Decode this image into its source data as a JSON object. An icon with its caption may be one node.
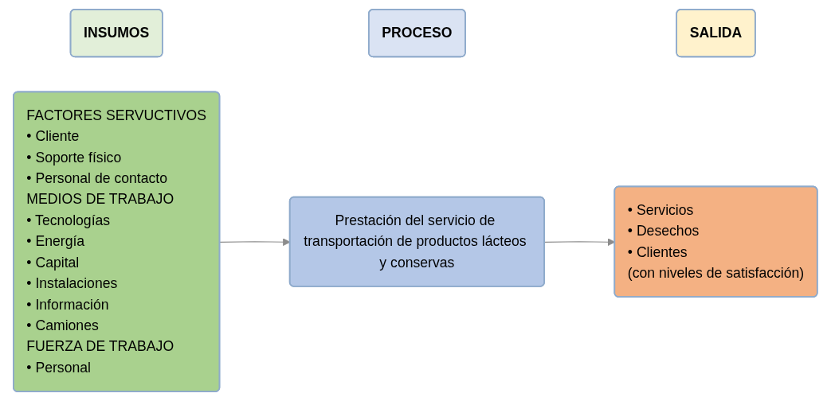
{
  "diagram": {
    "nodes": [
      {
        "text": [
          "INSUMOS"
        ]
      },
      {
        "text": [
          "FACTORES SERVUCTIVOS",
          "• Cliente",
          "• Soporte físico",
          "• Personal de contacto",
          "MEDIOS DE TRABAJO",
          "• Tecnologías",
          "• Energía",
          "• Capital",
          "• Instalaciones",
          "• Información",
          "• Camiones",
          "FUERZA DE TRABAJO",
          "• Personal"
        ]
      },
      {
        "text": [
          "PROCESO"
        ]
      },
      {
        "text": [
          "Prestación del servicio de transportación de productos lácteos y conservas"
        ]
      },
      {
        "text": [
          "SALIDA"
        ]
      },
      {
        "text": [
          "• Servicios",
          "• Desechos",
          "• Clientes",
          "(con niveles de satisfacción)"
        ]
      }
    ],
    "edges": [
      {
        "from": 1,
        "to": 3,
        "arrow": "to"
      },
      {
        "from": 3,
        "to": 5,
        "arrow": "to"
      }
    ]
  }
}
